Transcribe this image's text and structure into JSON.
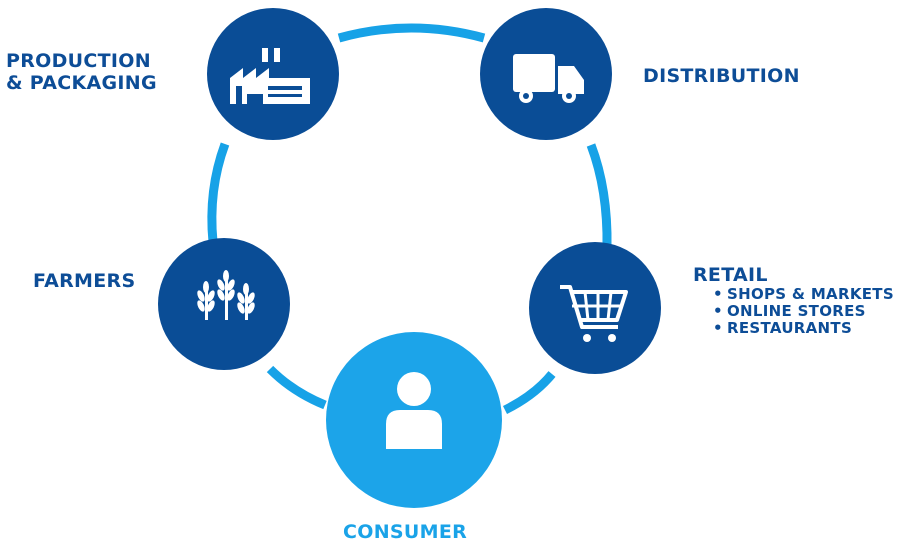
{
  "colors": {
    "dark_node": "#0a4d96",
    "light_node": "#1ca4e9",
    "ring": "#17a2e7",
    "label_dark": "#0d4d97",
    "label_light": "#1aa3e8"
  },
  "nodes": {
    "production": {
      "line1": "PRODUCTION",
      "line2": "& PACKAGING",
      "icon": "factory-icon"
    },
    "distribution": {
      "label": "DISTRIBUTION",
      "icon": "truck-icon"
    },
    "retail": {
      "label": "RETAIL",
      "items": [
        "SHOPS & MARKETS",
        "ONLINE STORES",
        "RESTAURANTS"
      ],
      "icon": "shopping-cart-icon"
    },
    "consumer": {
      "label": "CONSUMER",
      "icon": "person-icon"
    },
    "farmers": {
      "label": "FARMERS",
      "icon": "wheat-icon"
    }
  }
}
